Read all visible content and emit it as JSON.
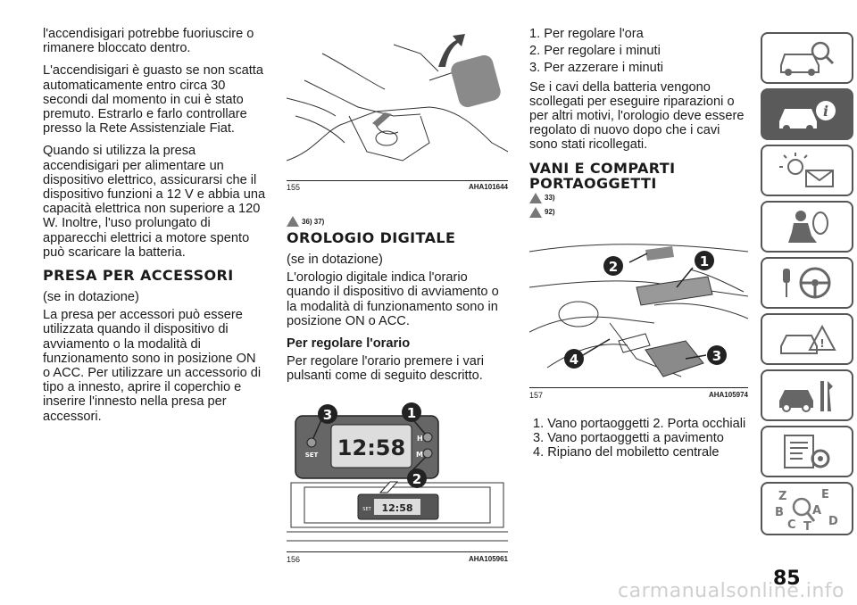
{
  "col1": {
    "p1": "l'accendisigari potrebbe fuoriuscire o rimanere bloccato dentro.",
    "p2": "L'accendisigari è guasto se non scatta automaticamente entro circa 30 secondi dal momento in cui è stato premuto. Estrarlo e farlo controllare presso la Rete Assistenziale Fiat.",
    "p3": "Quando si utilizza la presa accendisigari per alimentare un dispositivo elettrico, assicurarsi che il dispositivo funzioni a 12 V e abbia una capacità elettrica non superiore a 120 W. Inoltre, l'uso prolungato di apparecchi elettrici a motore spento può scaricare la batteria.",
    "heading": "PRESA PER ACCESSORI",
    "p4": "(se in dotazione)",
    "p5": "La presa per accessori può essere utilizzata quando il dispositivo di avviamento o la modalità di funzionamento sono in posizione ON o ACC. Per utilizzare un accessorio di tipo a innesto, aprire il coperchio e inserire l'innesto nella presa per accessori."
  },
  "fig155": {
    "number": "155",
    "code": "AHA101644"
  },
  "col2": {
    "refs": "36) 37)",
    "heading": "OROLOGIO DIGITALE",
    "p1": "(se in dotazione)",
    "p2": "L'orologio digitale indica l'orario quando il dispositivo di avviamento o la modalità di funzionamento sono in posizione ON o ACC.",
    "subheading": "Per regolare l'orario",
    "p3": "Per regolare l'orario premere i vari pulsanti come di seguito descritto."
  },
  "fig156": {
    "number": "156",
    "code": "AHA105961",
    "clock_time": "12:58",
    "label_h": "H",
    "label_m": "M",
    "label_set": "SET",
    "callout_1": "1",
    "callout_2": "2",
    "callout_3": "3"
  },
  "col3": {
    "items": [
      "1. Per regolare l'ora",
      "2. Per regolare i minuti",
      "3. Per azzerare i minuti"
    ],
    "p1": "Se i cavi della batteria vengono scollegati per eseguire riparazioni o per altri motivi, l'orologio deve essere regolato di nuovo dopo che i cavi sono stati ricollegati.",
    "heading_line1": "VANI E COMPARTI",
    "heading_line2": "PORTAOGGETTI",
    "ref1": "33)",
    "ref2": "92)",
    "caption_line1": "1. Vano portaoggetti  2. Porta occhiali",
    "caption_line2": "3. Vano portaoggetti a pavimento",
    "caption_line3": "4. Ripiano del mobiletto centrale"
  },
  "fig157": {
    "number": "157",
    "code": "AHA105974",
    "callout_1": "1",
    "callout_2": "2",
    "callout_3": "3",
    "callout_4": "4"
  },
  "sidebar": {
    "tabs": [
      {
        "icon": "car-search-icon",
        "active": false
      },
      {
        "icon": "car-info-icon",
        "active": true
      },
      {
        "icon": "warning-light-mail-icon",
        "active": false
      },
      {
        "icon": "airbag-person-icon",
        "active": false
      },
      {
        "icon": "key-steering-wheel-icon",
        "active": false
      },
      {
        "icon": "car-crash-warning-icon",
        "active": false
      },
      {
        "icon": "car-service-tools-icon",
        "active": false
      },
      {
        "icon": "specs-list-gear-icon",
        "active": false
      },
      {
        "icon": "alphabet-index-search-icon",
        "active": false
      }
    ],
    "index_letters": [
      "Z",
      "E",
      "B",
      "A",
      "C",
      "T",
      "D"
    ]
  },
  "page_number": "85",
  "watermark": "carmanualsonline.info"
}
